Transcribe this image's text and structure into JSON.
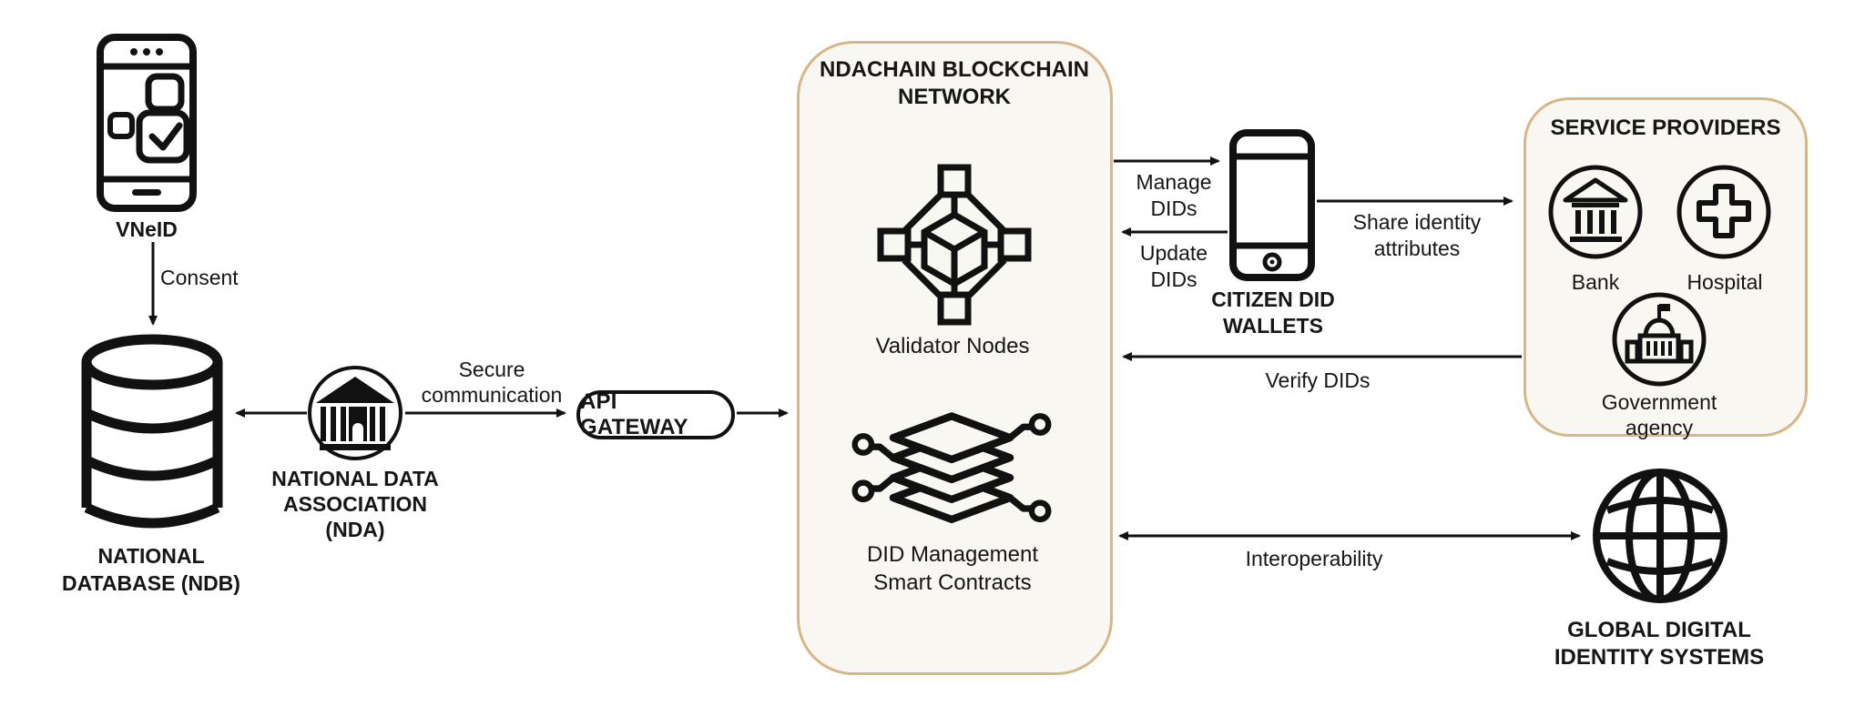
{
  "diagram": {
    "nodes": {
      "vneid": {
        "label": "VNeID"
      },
      "national_database": {
        "label": "NATIONAL DATABASE (NDB)"
      },
      "national_data_association": {
        "label": "NATIONAL DATA ASSOCIATION (NDA)"
      },
      "api_gateway": {
        "label": "API GATEWAY"
      },
      "blockchain_network": {
        "title": "NDACHAIN BLOCKCHAIN NETWORK",
        "components": [
          {
            "label": "Validator Nodes"
          },
          {
            "label": "DID Management Smart Contracts"
          }
        ]
      },
      "citizen_wallets": {
        "label": "CITIZEN DID WALLETS"
      },
      "service_providers": {
        "title": "SERVICE PROVIDERS",
        "items": [
          {
            "label": "Bank"
          },
          {
            "label": "Hospital"
          },
          {
            "label": "Government agency"
          }
        ]
      },
      "global_identity": {
        "label": "GLOBAL DIGITAL IDENTITY SYSTEMS"
      }
    },
    "edges": {
      "consent": {
        "label": "Consent"
      },
      "secure_communication": {
        "label": "Secure communication"
      },
      "manage_dids": {
        "label": "Manage DIDs"
      },
      "update_dids": {
        "label": "Update DIDs"
      },
      "share_identity_attributes": {
        "label": "Share identity attributes"
      },
      "verify_dids": {
        "label": "Verify DIDs"
      },
      "interoperability": {
        "label": "Interoperability"
      }
    },
    "colors": {
      "panel_border": "#d9b687",
      "panel_fill": "#f8f7f1",
      "line": "#111111",
      "background": "#ffffff"
    }
  }
}
